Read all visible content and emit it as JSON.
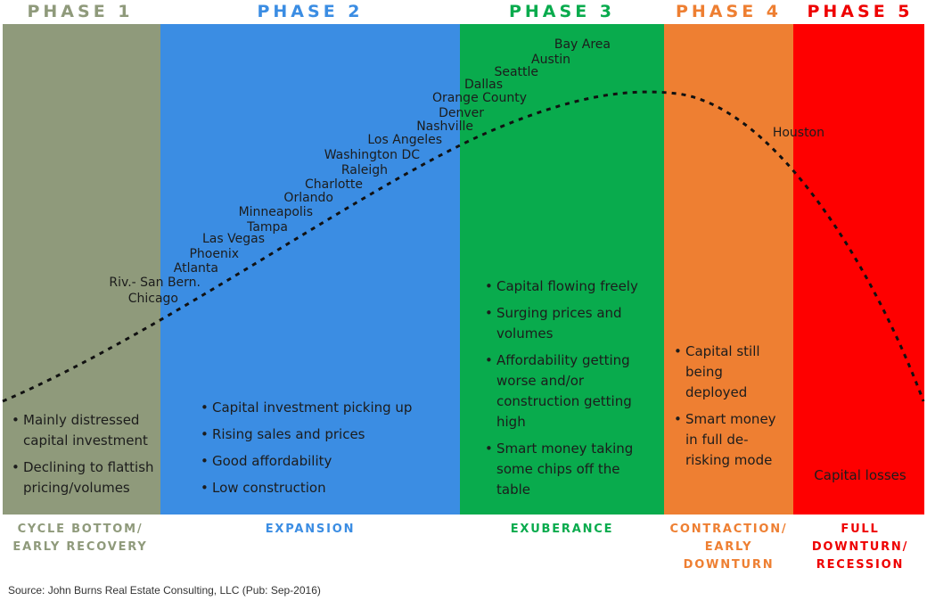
{
  "phases": [
    {
      "header": "PHASE 1",
      "footer": "CYCLE BOTTOM/\nEARLY RECOVERY",
      "color": "#8f9a7b",
      "header_color": "#8f9a7b",
      "bullets": [
        "Mainly distressed capital investment",
        "Declining to flattish pricing/volumes"
      ]
    },
    {
      "header": "PHASE 2",
      "footer": "EXPANSION",
      "color": "#3b8de3",
      "header_color": "#3b8de3",
      "bullets": [
        "Capital investment picking up",
        "Rising sales and prices",
        "Good affordability",
        "Low construction"
      ]
    },
    {
      "header": "PHASE 3",
      "footer": "EXUBERANCE",
      "color": "#09ab4d",
      "header_color": "#09ab4d",
      "bullets": [
        "Capital flowing freely",
        "Surging prices and volumes",
        "Affordability getting worse and/or construction getting high",
        "Smart money taking some chips off the table"
      ]
    },
    {
      "header": "PHASE 4",
      "footer": "CONTRACTION/\nEARLY\nDOWNTURN",
      "color": "#ee7f32",
      "header_color": "#ee7f32",
      "bullets": [
        "Capital still being deployed",
        "Smart money in full de-risking mode"
      ]
    },
    {
      "header": "PHASE 5",
      "footer": "FULL\nDOWNTURN/\nRECESSION",
      "color": "#fe0000",
      "header_color": "#ee0000",
      "note": "Capital losses"
    }
  ],
  "cities": [
    "Bay Area",
    "Austin",
    "Seattle",
    "Dallas",
    "Orange County",
    "Denver",
    "Nashville",
    "Los Angeles",
    "Washington DC",
    "Raleigh",
    "Charlotte",
    "Orlando",
    "Minneapolis",
    "Tampa",
    "Las Vegas",
    "Phoenix",
    "Atlanta",
    "Riv.- San Bern.",
    "Chicago",
    "Houston"
  ],
  "source": "Source: John Burns Real Estate Consulting, LLC (Pub: Sep-2016)"
}
